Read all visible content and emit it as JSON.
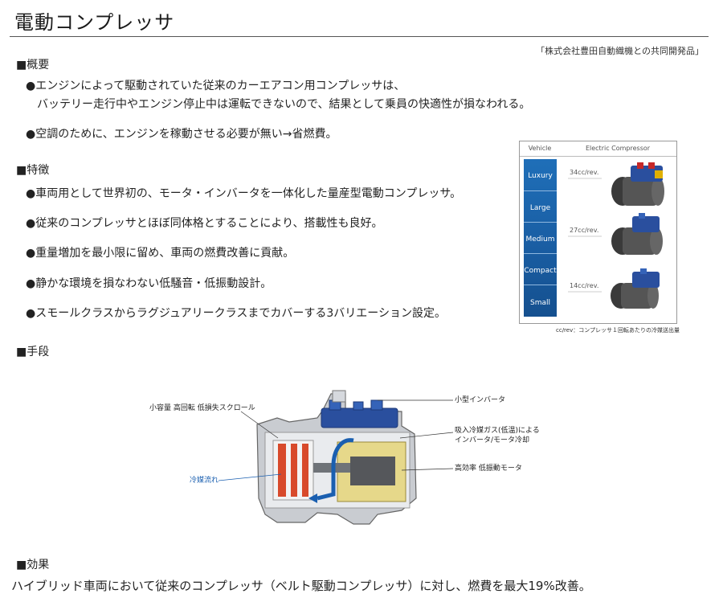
{
  "title": "電動コンプレッサ",
  "credit": "「株式会社豊田自動織機との共同開発品」",
  "sections": {
    "overview": {
      "heading": "■概要",
      "bullets": [
        "●エンジンによって駆動されていた従来のカーエアコン用コンプレッサは、",
        "バッテリー走行中やエンジン停止中は運転できないので、結果として乗員の快適性が損なわれる。",
        "●空調のために、エンジンを稼動させる必要が無い→省燃費。"
      ]
    },
    "features": {
      "heading": "■特徴",
      "bullets": [
        "●車両用として世界初の、モータ・インバータを一体化した量産型電動コンプレッサ。",
        "●従来のコンプレッサとほぼ同体格とすることにより、搭載性も良好。",
        "●重量増加を最小限に留め、車両の燃費改善に貢献。",
        "●静かな環境を損なわない低騒音・低振動設計。",
        "●スモールクラスからラグジュアリークラスまでカバーする3バリエーション設定。"
      ]
    },
    "means": {
      "heading": "■手段"
    },
    "effect": {
      "heading": "■効果",
      "text": "ハイブリッド車両において従来のコンプレッサ（ベルト駆動コンプレッサ）に対し、燃費を最大19%改善。"
    }
  },
  "panel": {
    "header_vehicle": "Vehicle",
    "header_compressor": "Electric Compressor",
    "vehicle_classes": [
      "Luxury",
      "Large",
      "Medium",
      "Compact",
      "Small"
    ],
    "displacements": [
      "34cc/rev.",
      "27cc/rev.",
      "14cc/rev."
    ],
    "caption": "cc/rev：コンプレッサ１回転あたりの冷媒送出量"
  },
  "diagram": {
    "labels": {
      "scroll": "小容量 高回転 低損失スクロール",
      "inverter": "小型インバータ",
      "cooling_1": "吸入冷媒ガス(低温)による",
      "cooling_2": "インバータ/モータ冷却",
      "motor": "高効率 低振動モータ",
      "flow": "冷媒流れ"
    }
  },
  "colors": {
    "bar_blue": "#1a5fa5",
    "flow_blue": "#1a5fb0",
    "inverter_blue": "#2a4f9e",
    "motor_yellow": "#e6d88a"
  }
}
